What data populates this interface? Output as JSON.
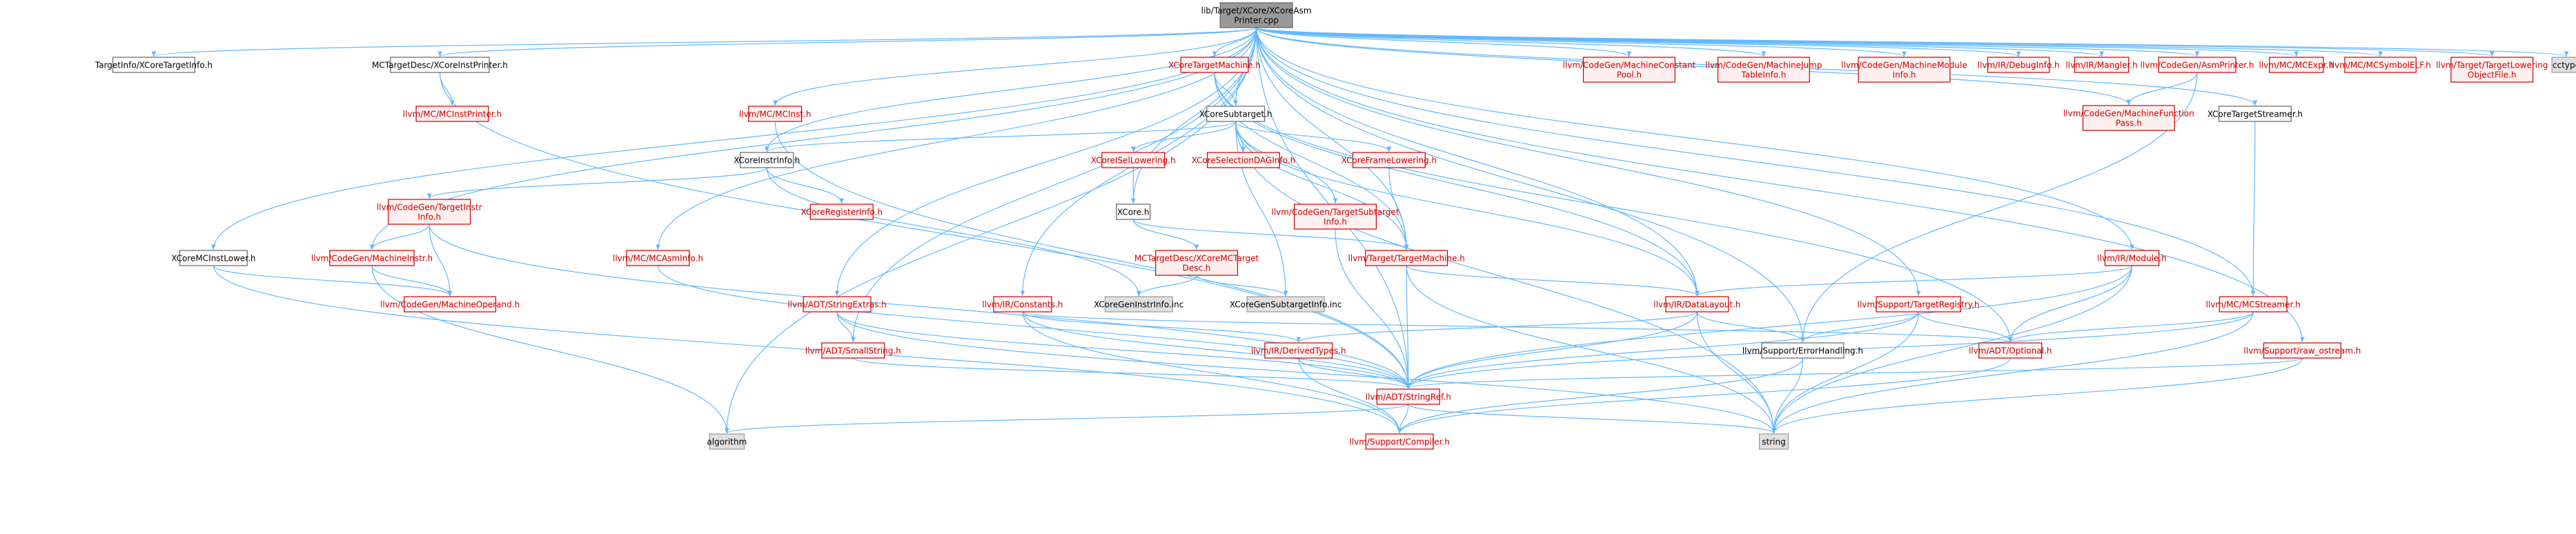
{
  "colors": {
    "edge": "#63b8ff",
    "root_fill": "#999999",
    "plain_fill": "#ffffff",
    "plain_stroke": "#666666",
    "red_fill": "#fff0f0",
    "red_stroke": "#cc0000",
    "gray_fill": "#e0e0e0",
    "gray_stroke": "#999999"
  },
  "nodes": {
    "root": {
      "label": [
        "lib/Target/XCore/XCoreAsm",
        "Printer.cpp"
      ],
      "style": "root"
    },
    "tti": {
      "label": [
        "TargetInfo/XCoreTargetInfo.h"
      ],
      "style": "plain"
    },
    "mcinstprinter_x": {
      "label": [
        "MCTargetDesc/XCoreInstPrinter.h"
      ],
      "style": "plain"
    },
    "mcinstprinter": {
      "label": [
        "llvm/MC/MCInstPrinter.h"
      ],
      "style": "red"
    },
    "xtm": {
      "label": [
        "XCoreTargetMachine.h"
      ],
      "style": "red"
    },
    "cpool": {
      "label": [
        "llvm/CodeGen/MachineConstant",
        "Pool.h"
      ],
      "style": "red"
    },
    "jumptable": {
      "label": [
        "llvm/CodeGen/MachineJump",
        "TableInfo.h"
      ],
      "style": "red"
    },
    "mmi": {
      "label": [
        "llvm/CodeGen/MachineModule",
        "Info.h"
      ],
      "style": "red"
    },
    "debuginfo": {
      "label": [
        "llvm/IR/DebugInfo.h"
      ],
      "style": "red"
    },
    "mangler": {
      "label": [
        "llvm/IR/Mangler.h"
      ],
      "style": "red"
    },
    "asmprinter": {
      "label": [
        "llvm/CodeGen/AsmPrinter.h"
      ],
      "style": "red"
    },
    "mcexpr": {
      "label": [
        "llvm/MC/MCExpr.h"
      ],
      "style": "red"
    },
    "mcsymelf": {
      "label": [
        "llvm/MC/MCSymbolELF.h"
      ],
      "style": "red"
    },
    "tlof": {
      "label": [
        "llvm/Target/TargetLowering",
        "ObjectFile.h"
      ],
      "style": "red"
    },
    "cctype": {
      "label": [
        "cctype"
      ],
      "style": "gray"
    },
    "mcinst": {
      "label": [
        "llvm/MC/MCInst.h"
      ],
      "style": "red"
    },
    "subtarget": {
      "label": [
        "XCoreSubtarget.h"
      ],
      "style": "plain"
    },
    "mfpass": {
      "label": [
        "llvm/CodeGen/MachineFunction",
        "Pass.h"
      ],
      "style": "red"
    },
    "tstreamer": {
      "label": [
        "XCoreTargetStreamer.h"
      ],
      "style": "plain"
    },
    "instrinfo": {
      "label": [
        "XCoreInstrInfo.h"
      ],
      "style": "plain"
    },
    "isel": {
      "label": [
        "XCoreISelLowering.h"
      ],
      "style": "red"
    },
    "seldag": {
      "label": [
        "XCoreSelectionDAGInfo.h"
      ],
      "style": "red"
    },
    "framelow": {
      "label": [
        "XCoreFrameLowering.h"
      ],
      "style": "red"
    },
    "tii": {
      "label": [
        "llvm/CodeGen/TargetInstr",
        "Info.h"
      ],
      "style": "red"
    },
    "reginfo": {
      "label": [
        "XCoreRegisterInfo.h"
      ],
      "style": "red"
    },
    "xcore": {
      "label": [
        "XCore.h"
      ],
      "style": "plain"
    },
    "tsi": {
      "label": [
        "llvm/CodeGen/TargetSubtarget",
        "Info.h"
      ],
      "style": "red"
    },
    "mcasminfo": {
      "label": [
        "llvm/MC/MCAsmInfo.h"
      ],
      "style": "red"
    },
    "minstr": {
      "label": [
        "llvm/CodeGen/MachineInstr.h"
      ],
      "style": "red"
    },
    "mcinstlower": {
      "label": [
        "XCoreMCInstLower.h"
      ],
      "style": "plain"
    },
    "mctdesc": {
      "label": [
        "MCTargetDesc/XCoreMCTarget",
        "Desc.h"
      ],
      "style": "red"
    },
    "ttm": {
      "label": [
        "llvm/Target/TargetMachine.h"
      ],
      "style": "red"
    },
    "module": {
      "label": [
        "llvm/IR/Module.h"
      ],
      "style": "red"
    },
    "moperand": {
      "label": [
        "llvm/CodeGen/MachineOperand.h"
      ],
      "style": "red"
    },
    "geninstr": {
      "label": [
        "XCoreGenInstrInfo.inc"
      ],
      "style": "gray"
    },
    "gensub": {
      "label": [
        "XCoreGenSubtargetInfo.inc"
      ],
      "style": "gray"
    },
    "strextras": {
      "label": [
        "llvm/ADT/StringExtras.h"
      ],
      "style": "red"
    },
    "constants": {
      "label": [
        "llvm/IR/Constants.h"
      ],
      "style": "red"
    },
    "datalayout": {
      "label": [
        "llvm/IR/DataLayout.h"
      ],
      "style": "red"
    },
    "targetreg": {
      "label": [
        "llvm/Support/TargetRegistry.h"
      ],
      "style": "red"
    },
    "mcstreamer": {
      "label": [
        "llvm/MC/MCStreamer.h"
      ],
      "style": "red"
    },
    "smallstring": {
      "label": [
        "llvm/ADT/SmallString.h"
      ],
      "style": "red"
    },
    "derived": {
      "label": [
        "llvm/IR/DerivedTypes.h"
      ],
      "style": "red"
    },
    "errhandling": {
      "label": [
        "llvm/Support/ErrorHandling.h"
      ],
      "style": "plain"
    },
    "optional": {
      "label": [
        "llvm/ADT/Optional.h"
      ],
      "style": "red"
    },
    "rawostream": {
      "label": [
        "llvm/Support/raw_ostream.h"
      ],
      "style": "red"
    },
    "stringref": {
      "label": [
        "llvm/ADT/StringRef.h"
      ],
      "style": "red"
    },
    "algorithm": {
      "label": [
        "algorithm"
      ],
      "style": "gray"
    },
    "compiler": {
      "label": [
        "llvm/Support/Compiler.h"
      ],
      "style": "red"
    },
    "string": {
      "label": [
        "string"
      ],
      "style": "gray"
    }
  },
  "edges": [
    [
      "root",
      "tti"
    ],
    [
      "root",
      "mcinstprinter_x"
    ],
    [
      "root",
      "xtm"
    ],
    [
      "root",
      "cpool"
    ],
    [
      "root",
      "jumptable"
    ],
    [
      "root",
      "mmi"
    ],
    [
      "root",
      "debuginfo"
    ],
    [
      "root",
      "mangler"
    ],
    [
      "root",
      "asmprinter"
    ],
    [
      "root",
      "mcexpr"
    ],
    [
      "root",
      "mcsymelf"
    ],
    [
      "root",
      "tlof"
    ],
    [
      "root",
      "cctype"
    ],
    [
      "root",
      "mcinst"
    ],
    [
      "root",
      "subtarget"
    ],
    [
      "root",
      "mfpass"
    ],
    [
      "root",
      "tstreamer"
    ],
    [
      "root",
      "instrinfo"
    ],
    [
      "root",
      "minstr"
    ],
    [
      "root",
      "mcinstlower"
    ],
    [
      "root",
      "mcasminfo"
    ],
    [
      "root",
      "xcore"
    ],
    [
      "root",
      "ttm"
    ],
    [
      "root",
      "module"
    ],
    [
      "root",
      "strextras"
    ],
    [
      "root",
      "constants"
    ],
    [
      "root",
      "datalayout"
    ],
    [
      "root",
      "targetreg"
    ],
    [
      "root",
      "mcstreamer"
    ],
    [
      "root",
      "rawostream"
    ],
    [
      "root",
      "errhandling"
    ],
    [
      "root",
      "algorithm"
    ],
    [
      "root",
      "smallstring"
    ],
    [
      "root",
      "stringref"
    ],
    [
      "mcinstprinter_x",
      "mcinstprinter"
    ],
    [
      "mcinstprinter_x",
      "stringref"
    ],
    [
      "xtm",
      "subtarget"
    ],
    [
      "xtm",
      "ttm"
    ],
    [
      "xtm",
      "optional"
    ],
    [
      "xtm",
      "datalayout"
    ],
    [
      "subtarget",
      "instrinfo"
    ],
    [
      "subtarget",
      "isel"
    ],
    [
      "subtarget",
      "seldag"
    ],
    [
      "subtarget",
      "framelow"
    ],
    [
      "subtarget",
      "tsi"
    ],
    [
      "subtarget",
      "gensub"
    ],
    [
      "subtarget",
      "ttm"
    ],
    [
      "subtarget",
      "datalayout"
    ],
    [
      "subtarget",
      "string"
    ],
    [
      "instrinfo",
      "tii"
    ],
    [
      "instrinfo",
      "reginfo"
    ],
    [
      "instrinfo",
      "geninstr"
    ],
    [
      "isel",
      "xcore"
    ],
    [
      "xcore",
      "mctdesc"
    ],
    [
      "xcore",
      "ttm"
    ],
    [
      "mctdesc",
      "geninstr"
    ],
    [
      "mctdesc",
      "gensub"
    ],
    [
      "framelow",
      "ttm"
    ],
    [
      "tsi",
      "stringref"
    ],
    [
      "tii",
      "minstr"
    ],
    [
      "tii",
      "moperand"
    ],
    [
      "tii",
      "stringref"
    ],
    [
      "minstr",
      "moperand"
    ],
    [
      "minstr",
      "algorithm"
    ],
    [
      "mcinstlower",
      "moperand"
    ],
    [
      "mcinstlower",
      "compiler"
    ],
    [
      "mcasminfo",
      "stringref"
    ],
    [
      "mcinst",
      "stringref"
    ],
    [
      "asmprinter",
      "mfpass"
    ],
    [
      "asmprinter",
      "errhandling"
    ],
    [
      "tstreamer",
      "mcstreamer"
    ],
    [
      "ttm",
      "datalayout"
    ],
    [
      "ttm",
      "stringref"
    ],
    [
      "ttm",
      "string"
    ],
    [
      "module",
      "datalayout"
    ],
    [
      "module",
      "optional"
    ],
    [
      "module",
      "stringref"
    ],
    [
      "module",
      "string"
    ],
    [
      "datalayout",
      "derived"
    ],
    [
      "datalayout",
      "errhandling"
    ],
    [
      "datalayout",
      "stringref"
    ],
    [
      "datalayout",
      "string"
    ],
    [
      "targetreg",
      "optional"
    ],
    [
      "targetreg",
      "errhandling"
    ],
    [
      "targetreg",
      "stringref"
    ],
    [
      "targetreg",
      "string"
    ],
    [
      "mcstreamer",
      "optional"
    ],
    [
      "mcstreamer",
      "stringref"
    ],
    [
      "mcstreamer",
      "string"
    ],
    [
      "strextras",
      "smallstring"
    ],
    [
      "strextras",
      "stringref"
    ],
    [
      "strextras",
      "string"
    ],
    [
      "constants",
      "derived"
    ],
    [
      "constants",
      "optional"
    ],
    [
      "constants",
      "stringref"
    ],
    [
      "constants",
      "compiler"
    ],
    [
      "smallstring",
      "stringref"
    ],
    [
      "derived",
      "stringref"
    ],
    [
      "derived",
      "compiler"
    ],
    [
      "errhandling",
      "compiler"
    ],
    [
      "errhandling",
      "string"
    ],
    [
      "optional",
      "compiler"
    ],
    [
      "rawostream",
      "stringref"
    ],
    [
      "rawostream",
      "string"
    ],
    [
      "stringref",
      "algorithm"
    ],
    [
      "stringref",
      "compiler"
    ],
    [
      "stringref",
      "string"
    ]
  ]
}
